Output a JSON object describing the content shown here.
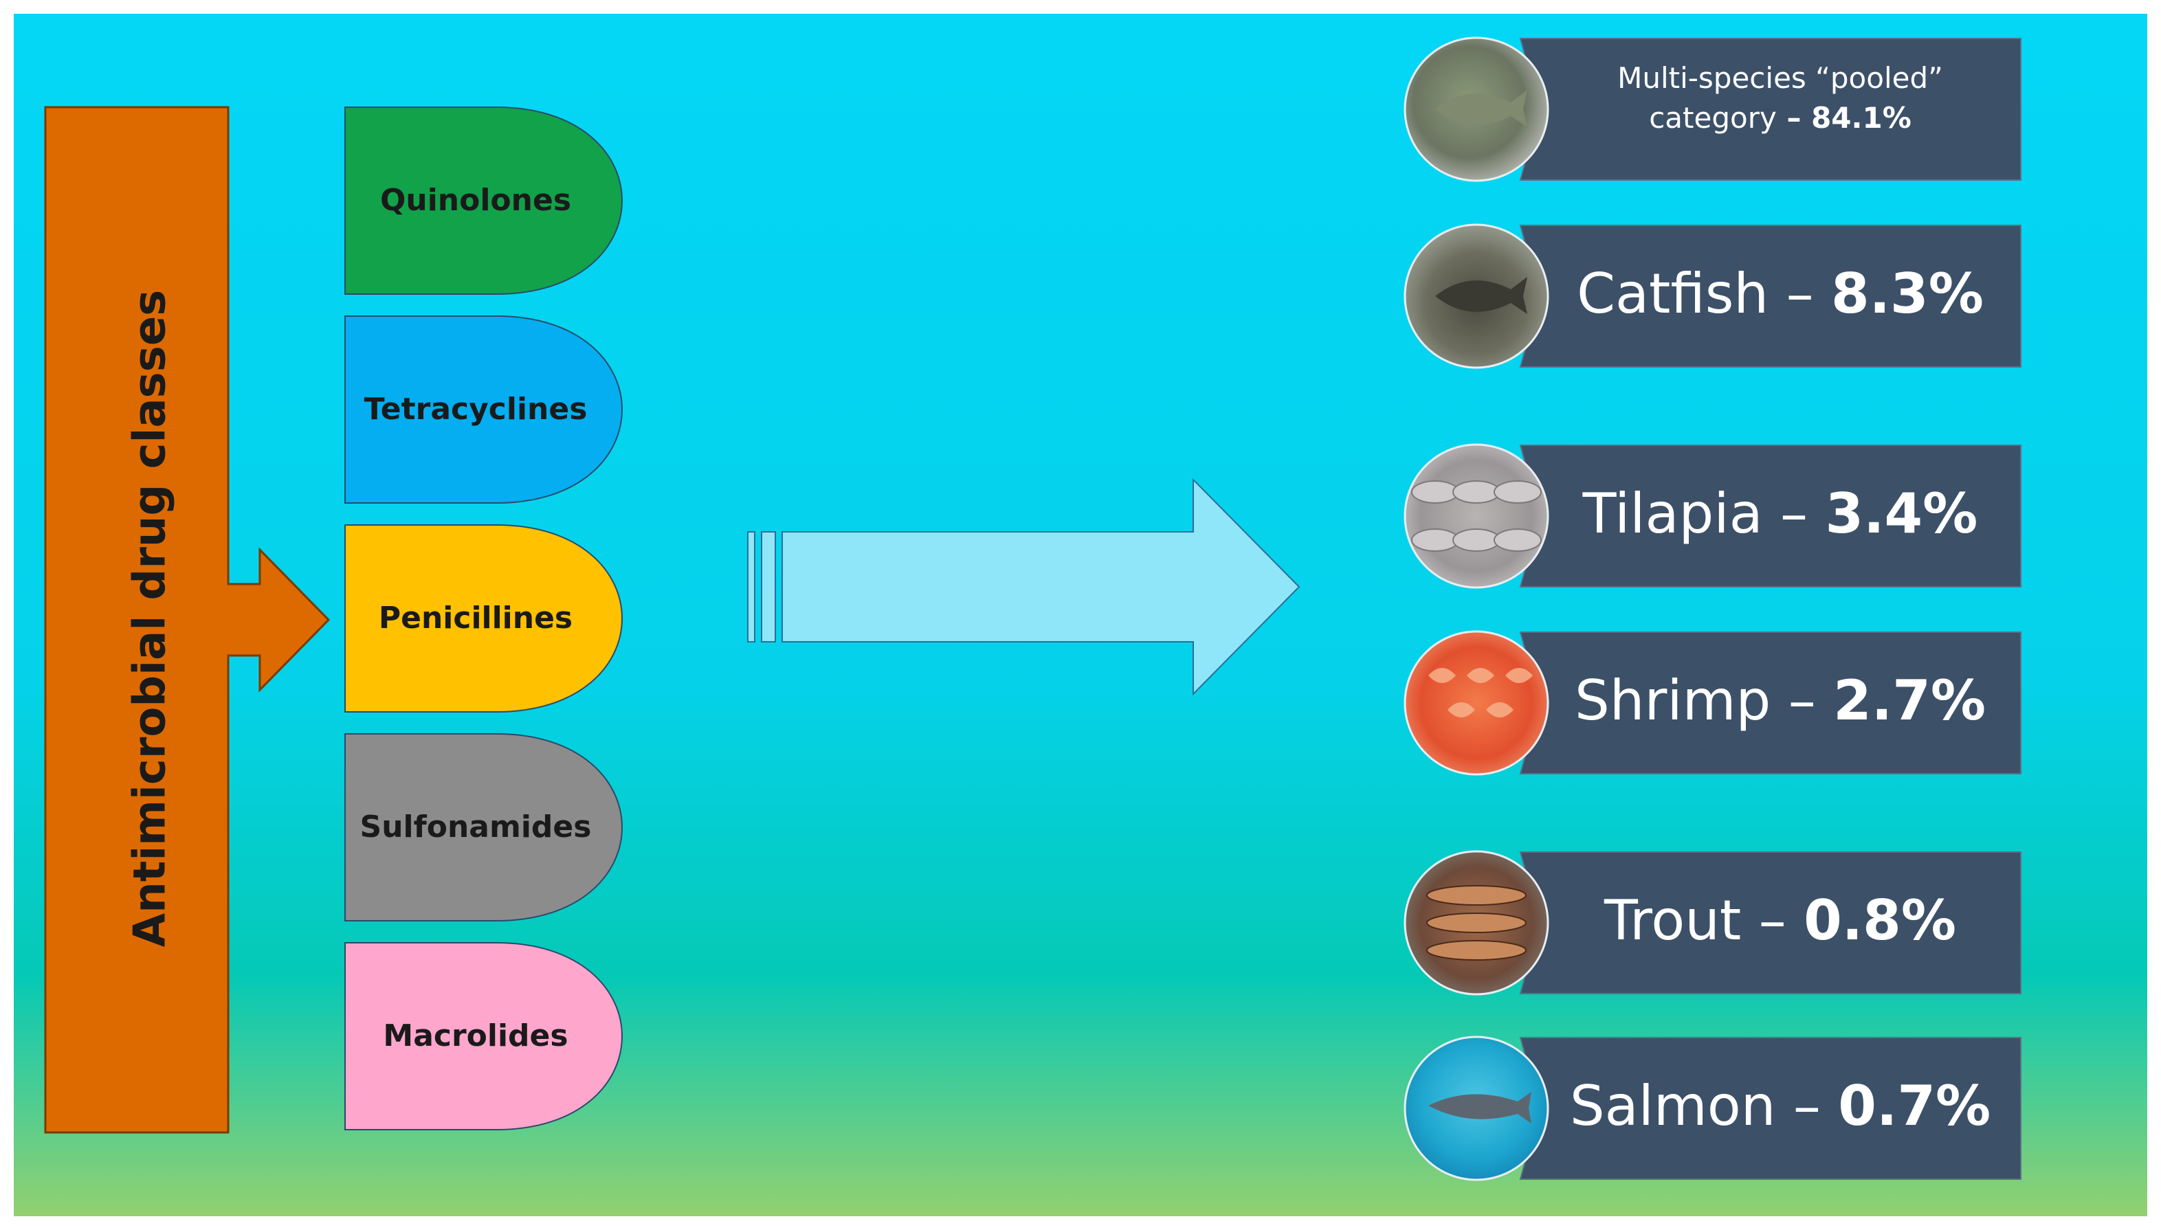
{
  "diagram": {
    "main_label": "Antimicrobial drug classes",
    "drug_classes": [
      {
        "label": "Quinolones",
        "color": "#12a24a"
      },
      {
        "label": "Tetracyclines",
        "color": "#04aef0"
      },
      {
        "label": "Penicillines",
        "color": "#ffc100"
      },
      {
        "label": "Sulfonamides",
        "color": "#8c8c8c"
      },
      {
        "label": "Macrolides",
        "color": "#ffa6cd"
      }
    ],
    "species": [
      {
        "name": "Multi-species “pooled”",
        "name2": "category",
        "dash": " – ",
        "value": "84.1%",
        "icon": "fish-photo-icon"
      },
      {
        "name": "Catfish",
        "dash": " – ",
        "value": "8.3%",
        "icon": "catfish-photo-icon"
      },
      {
        "name": "Tilapia",
        "dash": " – ",
        "value": "3.4%",
        "icon": "tilapia-photo-icon"
      },
      {
        "name": "Shrimp",
        "dash": " – ",
        "value": "2.7%",
        "icon": "shrimp-photo-icon"
      },
      {
        "name": "Trout",
        "dash": " – ",
        "value": "0.8%",
        "icon": "trout-photo-icon"
      },
      {
        "name": "Salmon",
        "dash": " – ",
        "value": "0.7%",
        "icon": "salmon-photo-icon"
      }
    ],
    "colors": {
      "bar": "#dd6a00",
      "panel": "#3c5068",
      "arrow": "#8fe6f8",
      "bg_top": "#03d4f4",
      "bg_bottom": "#8ed170"
    }
  }
}
